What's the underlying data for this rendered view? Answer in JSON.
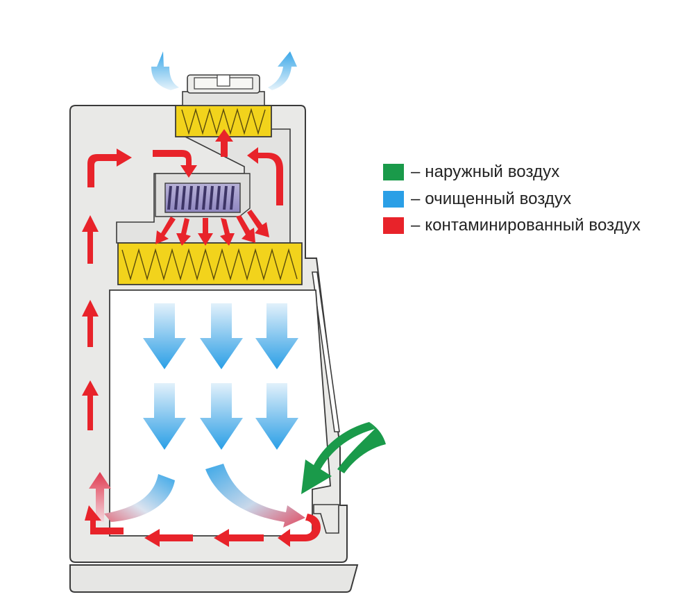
{
  "colors": {
    "outside_air": "#1a9a4a",
    "clean_air": "#2a9fe6",
    "contaminated_air": "#e8232a",
    "cabinet_body": "#e9e9e7",
    "hepa_filter": "#f2d31c",
    "outline": "#333333"
  },
  "legend": [
    {
      "color": "#1a9a4a",
      "label": "– наружный воздух"
    },
    {
      "color": "#2a9fe6",
      "label": "– очищенный воздух"
    },
    {
      "color": "#e8232a",
      "label": "– контаминированный воздух"
    }
  ]
}
